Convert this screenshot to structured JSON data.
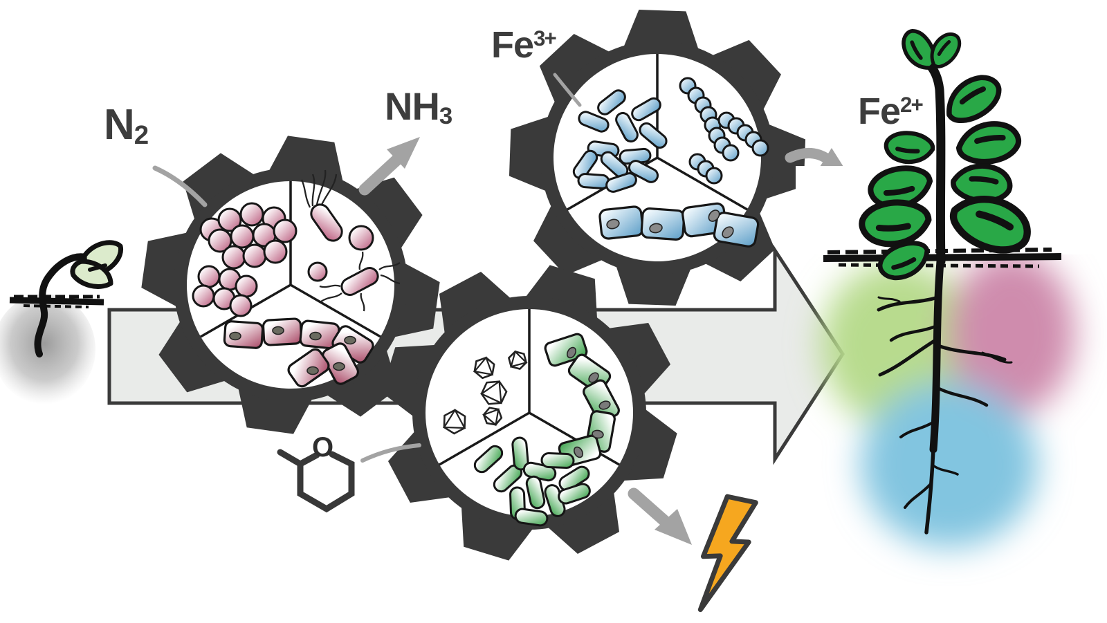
{
  "labels": {
    "n2": {
      "base": "N",
      "sub": "2"
    },
    "nh3": {
      "base": "NH",
      "sub": "3"
    },
    "fe3": {
      "base": "Fe",
      "sup": "3+"
    },
    "fe2": {
      "base": "Fe",
      "sup": "2+"
    },
    "ring_oxygen": "O"
  },
  "palette": {
    "gear_dark": "#3a3a3a",
    "label_text": "#3d3d3d",
    "pointer_gray": "#a3a3a3",
    "big_arrow_fill": "#e9ebe9",
    "big_arrow_stroke": "#3a3a3a",
    "pink_microbe": "#b8577a",
    "pink_filament": "#a84664",
    "blue_microbe": "#5b9dc7",
    "green_microbe": "#3aa24a",
    "plant_leaf_green": "#29a847",
    "seedling_pale_green": "#dcebcc",
    "lightning_orange": "#f6a71f",
    "soil_zone_green": "#b8db8e",
    "soil_zone_pink": "#cf8cad",
    "soil_zone_blue": "#82c5e0"
  }
}
